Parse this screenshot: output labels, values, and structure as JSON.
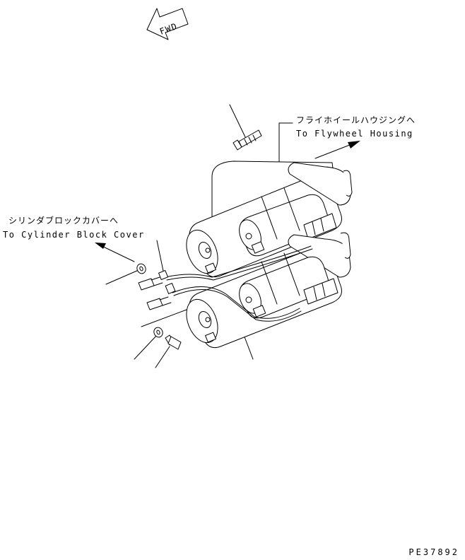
{
  "fwd_label": "FWD",
  "flywheel": {
    "jp": "フライホイールハウジングへ",
    "en": "To Flywheel Housing"
  },
  "cylinder": {
    "jp": "シリンダブロックカバーへ",
    "en": "To Cylinder Block Cover"
  },
  "drawing_code": "PE37892"
}
